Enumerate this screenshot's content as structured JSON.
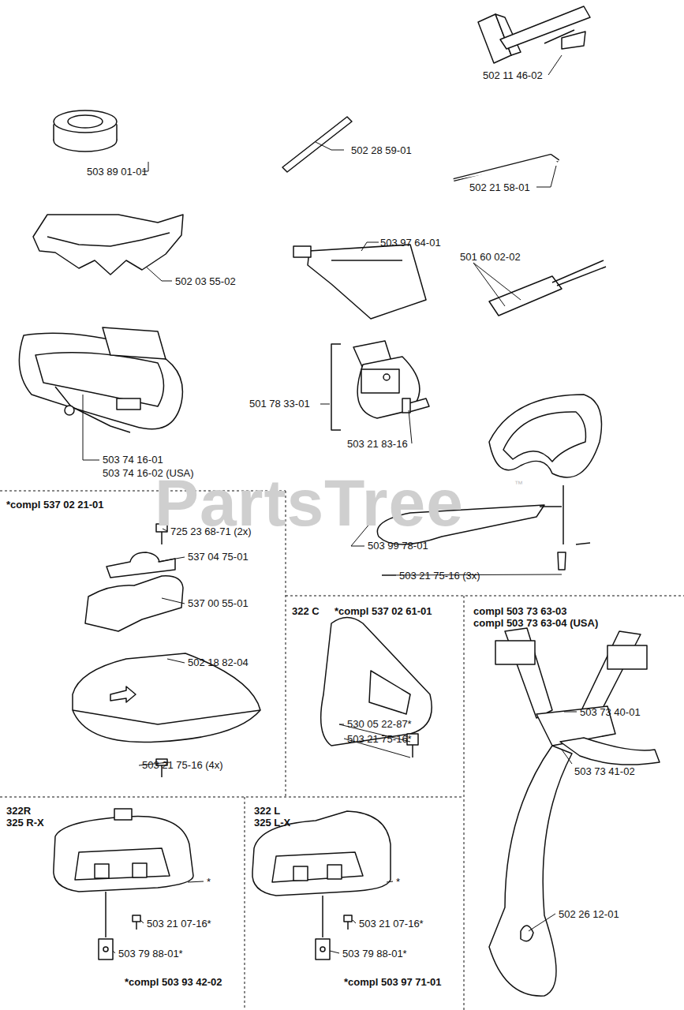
{
  "diagram": {
    "labels": [
      "502 11 46-02",
      "503 89 01-01",
      "502 28 59-01",
      "502 21 58-01",
      "502 03 55-02",
      "503 97 64-01",
      "501 60 02-02",
      "501 78 33-01",
      "503 21 83-16",
      "503 74 16-01",
      "503 74 16-02 (USA)",
      "PartsTree",
      "™",
      "*compl 537 02 21-01",
      "725 23 68-71 (2x)",
      "537 04 75-01",
      "537 00 55-01",
      "502 18 82-04",
      "503 21 75-16 (4x)",
      "503 99 78-01",
      "503 21 75-16 (3x)",
      "322 C",
      "*compl 537 02 61-01",
      "530 05 22-87*",
      "503 21 75-16*",
      "compl 503 73 63-03",
      "compl 503 73 63-04 (USA)",
      "503 73 40-01",
      "503 73 41-02",
      "502 26 12-01",
      "322R",
      "325 R-X",
      "*",
      "503 21 07-16*",
      "503 79 88-01*",
      "*compl 503 93 42-02",
      "322 L",
      "325 L-X",
      "*",
      "503 21 07-16*",
      "503 79 88-01*",
      "*compl 503 97 71-01"
    ]
  }
}
